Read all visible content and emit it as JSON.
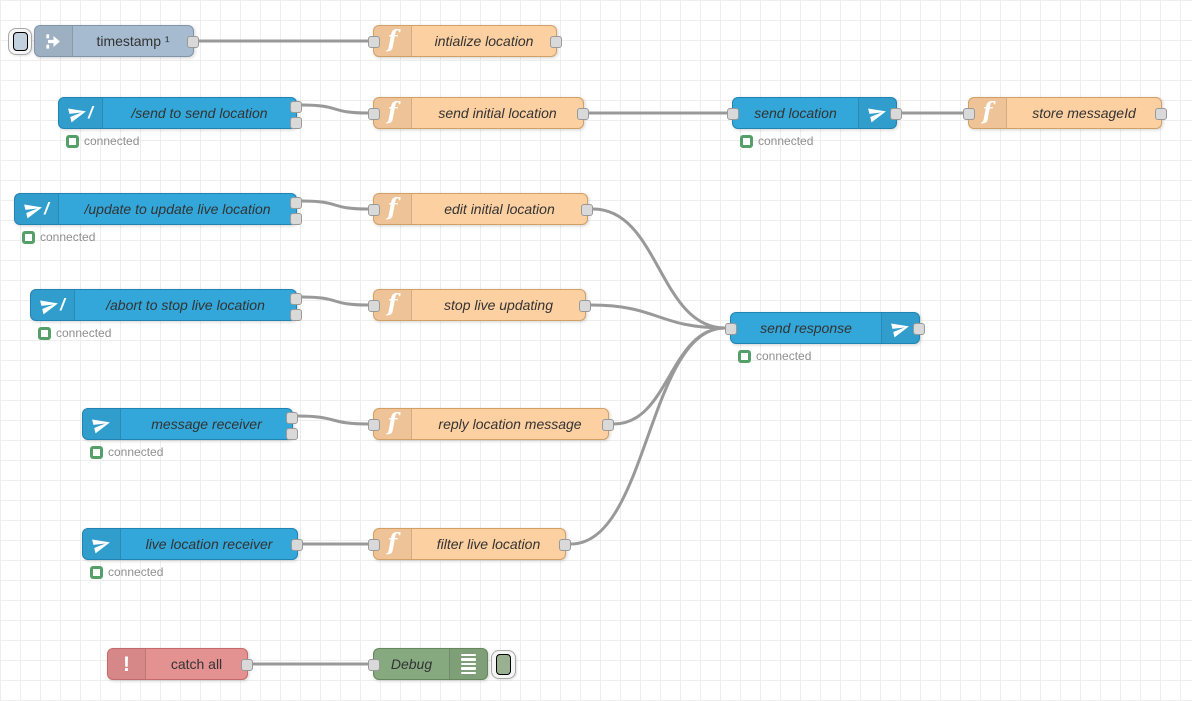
{
  "app": "node-red-flow-editor",
  "colors": {
    "telegram_node": "#33a7d9",
    "function_node": "#fdd0a2",
    "inject_node": "#a6bbcf",
    "catch_node": "#e49191",
    "debug_node": "#87a980",
    "status_green": "#55a068",
    "wire": "#999999",
    "grid": "#eeeeee"
  },
  "icons": {
    "function_glyph": "f",
    "catch_glyph": "!",
    "command_slash": "/"
  },
  "nodes": {
    "inject": {
      "label": "timestamp ¹"
    },
    "init_location": {
      "label": "intialize location"
    },
    "send_cmd": {
      "label": "/send to send location",
      "status": "connected"
    },
    "send_initial": {
      "label": "send initial location"
    },
    "send_location": {
      "label": "send location",
      "status": "connected"
    },
    "store_messageid": {
      "label": "store messageId"
    },
    "update_cmd": {
      "label": "/update to update live location",
      "status": "connected"
    },
    "edit_initial": {
      "label": "edit initial location"
    },
    "abort_cmd": {
      "label": "/abort to stop live location",
      "status": "connected"
    },
    "stop_live": {
      "label": "stop live updating"
    },
    "send_response": {
      "label": "send response",
      "status": "connected"
    },
    "message_receiver": {
      "label": "message receiver",
      "status": "connected"
    },
    "reply_location": {
      "label": "reply location message"
    },
    "live_receiver": {
      "label": "live location receiver",
      "status": "connected"
    },
    "filter_live": {
      "label": "filter live location"
    },
    "catch_all": {
      "label": "catch all"
    },
    "debug": {
      "label": "Debug"
    }
  },
  "connections": [
    {
      "from": "timestamp",
      "to": "intialize location"
    },
    {
      "from": "/send to send location",
      "to": "send initial location"
    },
    {
      "from": "send initial location",
      "to": "send location"
    },
    {
      "from": "send location",
      "to": "store messageId"
    },
    {
      "from": "/update to update live location",
      "to": "edit initial location"
    },
    {
      "from": "edit initial location",
      "to": "send response"
    },
    {
      "from": "/abort to stop live location",
      "to": "stop live updating"
    },
    {
      "from": "stop live updating",
      "to": "send response"
    },
    {
      "from": "message receiver",
      "to": "reply location message"
    },
    {
      "from": "reply location message",
      "to": "send response"
    },
    {
      "from": "live location receiver",
      "to": "filter live location"
    },
    {
      "from": "filter live location",
      "to": "send response"
    },
    {
      "from": "catch all",
      "to": "Debug"
    }
  ]
}
